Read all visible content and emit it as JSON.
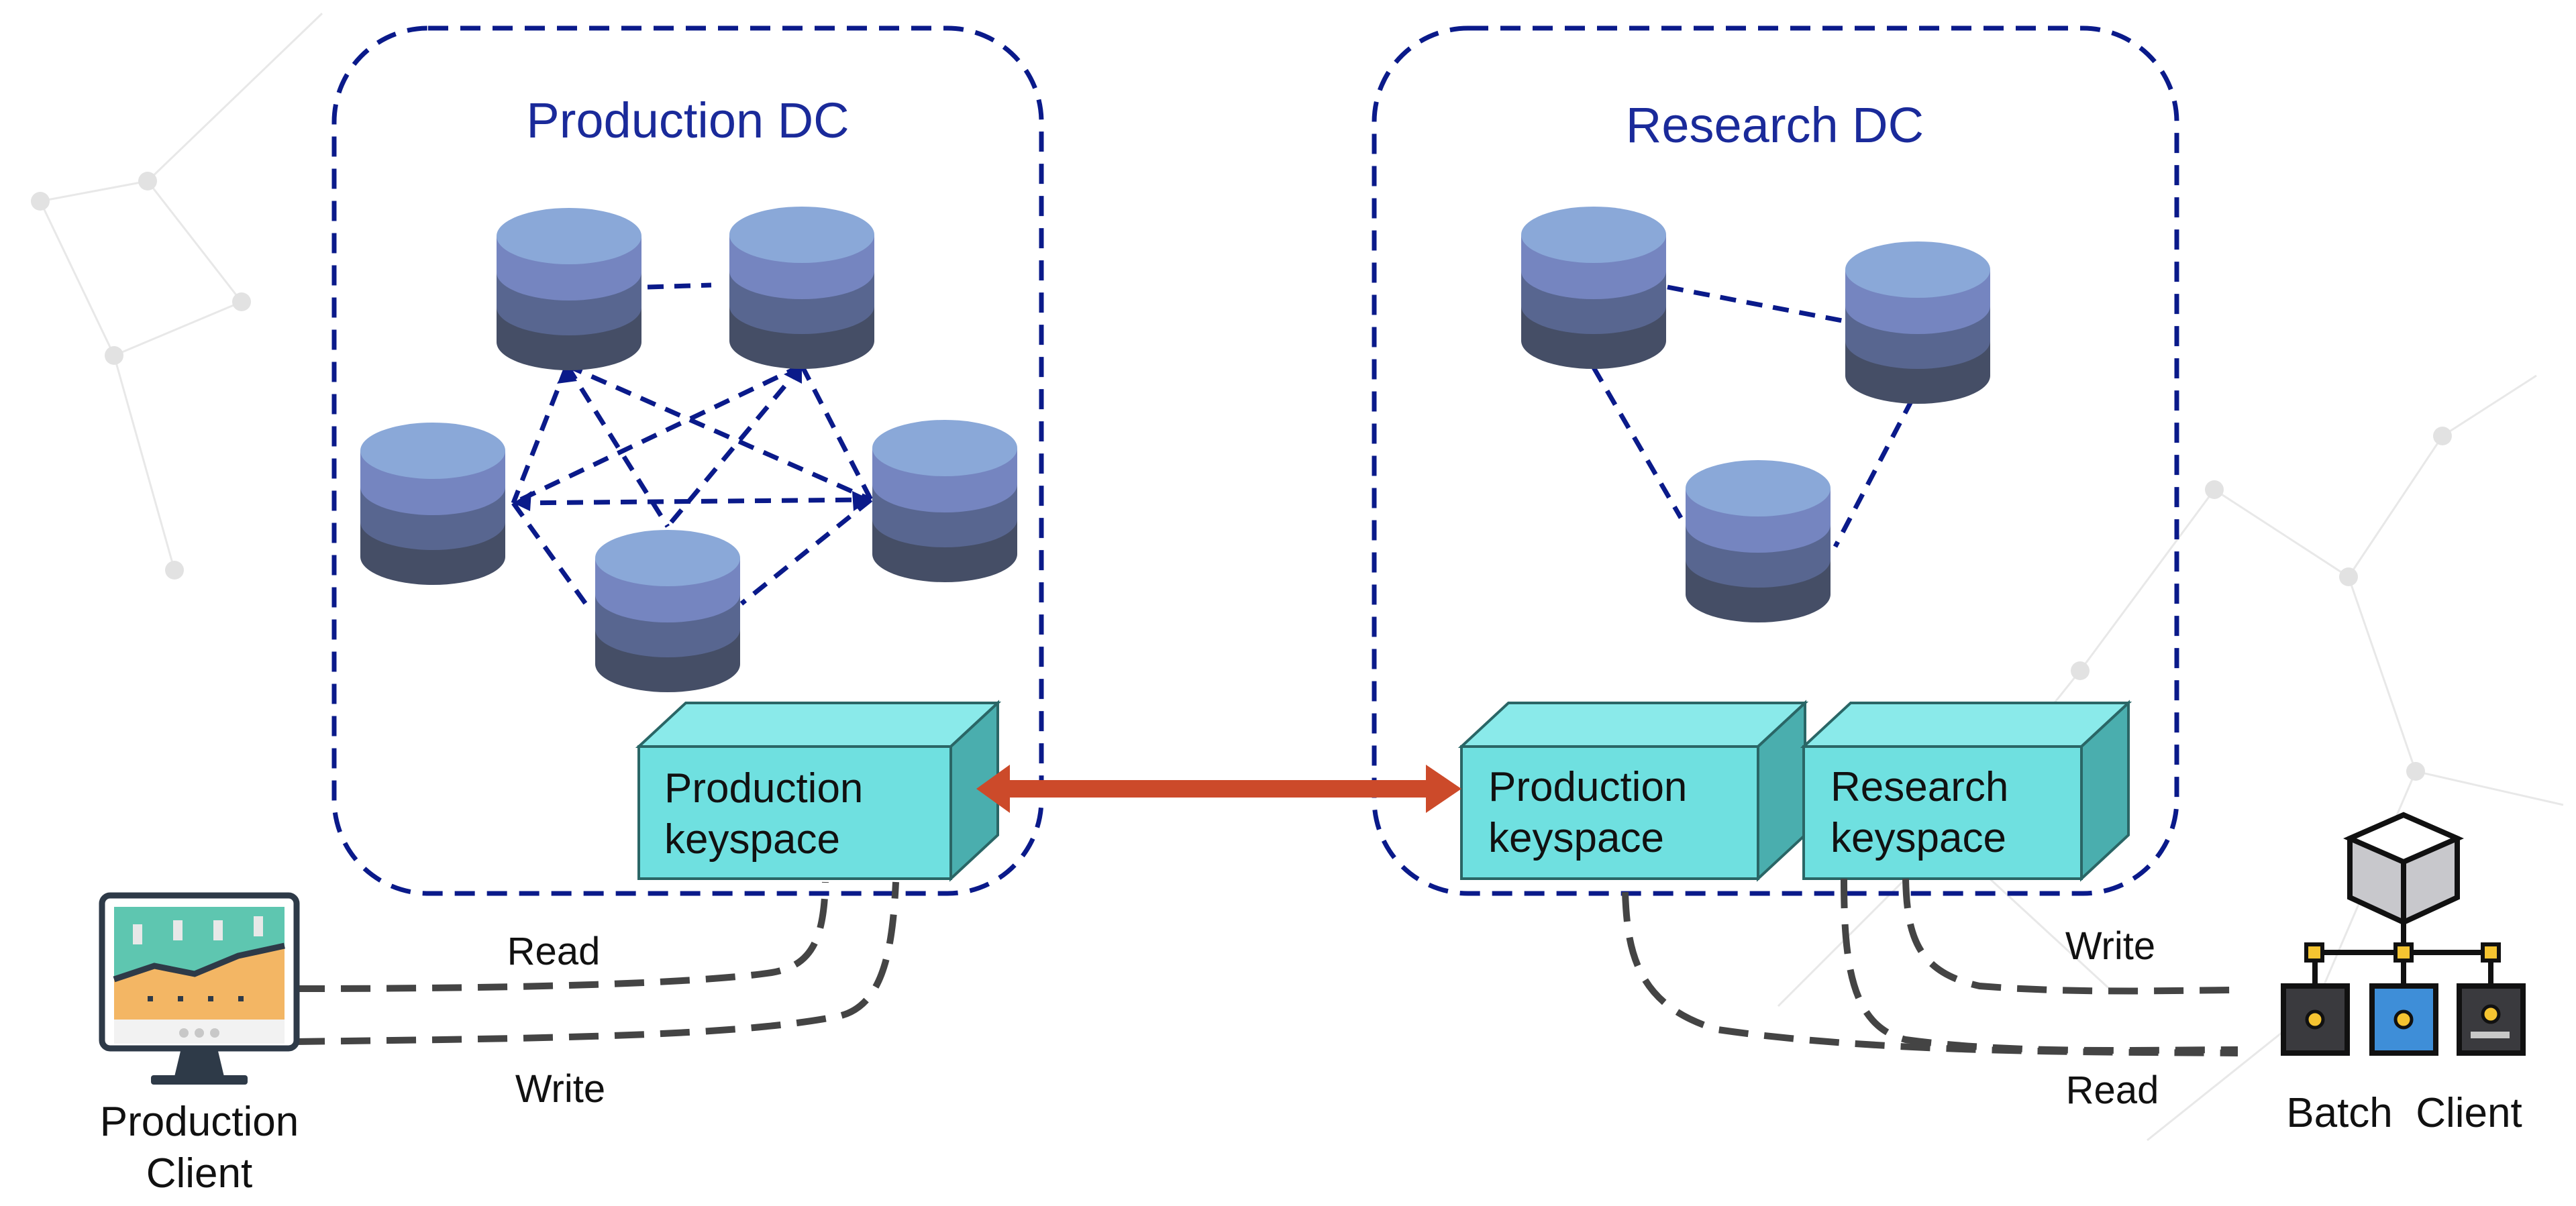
{
  "production_dc": {
    "title": "Production DC",
    "keyspace_line1": "Production",
    "keyspace_line2": "keyspace"
  },
  "research_dc": {
    "title": "Research DC",
    "prod_keyspace_line1": "Production",
    "prod_keyspace_line2": "keyspace",
    "research_keyspace_line1": "Research",
    "research_keyspace_line2": "keyspace"
  },
  "production_client": {
    "label_line1": "Production",
    "label_line2": "Client",
    "read_label": "Read",
    "write_label": "Write"
  },
  "batch_client": {
    "label": "Batch  Client",
    "read_label": "Read",
    "write_label": "Write"
  },
  "colors": {
    "dc_border": "#0a1a8a",
    "dc_title": "#1a2a9a",
    "keyspace_face": "#6fe0e0",
    "keyspace_top": "#8aeaea",
    "keyspace_side": "#4aaeae",
    "replication_arrow": "#cc4a2a",
    "client_link": "#444444",
    "db_top": "#8aa8d8",
    "db_band1": "#7585c0",
    "db_band2": "#586690",
    "db_band3": "#454e66"
  }
}
